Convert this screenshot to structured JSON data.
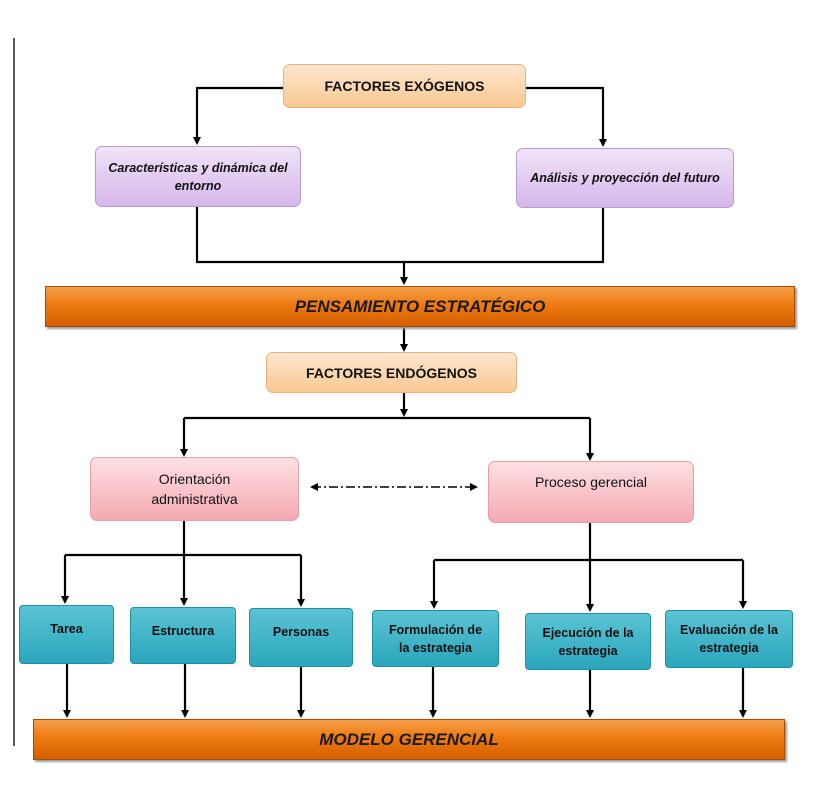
{
  "top": {
    "exogenous": "FACTORES EXÓGENOS",
    "environment_box": "Características y dinámica del entorno",
    "future_box": "Análisis y proyección del futuro"
  },
  "strategic_banner": "PENSAMIENTO ESTRATÉGICO",
  "endogenous": "FACTORES ENDÓGENOS",
  "branches": {
    "orientation": "Orientación administrativa",
    "process": "Proceso gerencial"
  },
  "orientation_items": [
    "Tarea",
    "Estructura",
    "Personas"
  ],
  "process_items": [
    "Formulación de la estrategia",
    "Ejecución de la estrategia",
    "Evaluación de la estrategia"
  ],
  "model_banner": "MODELO GERENCIAL",
  "colors": {
    "peach": "#f9c893",
    "lavender": "#d5b7ea",
    "pink": "#f4a9b1",
    "teal": "#2aa6bd",
    "orange_banner": "#ee7a11"
  }
}
